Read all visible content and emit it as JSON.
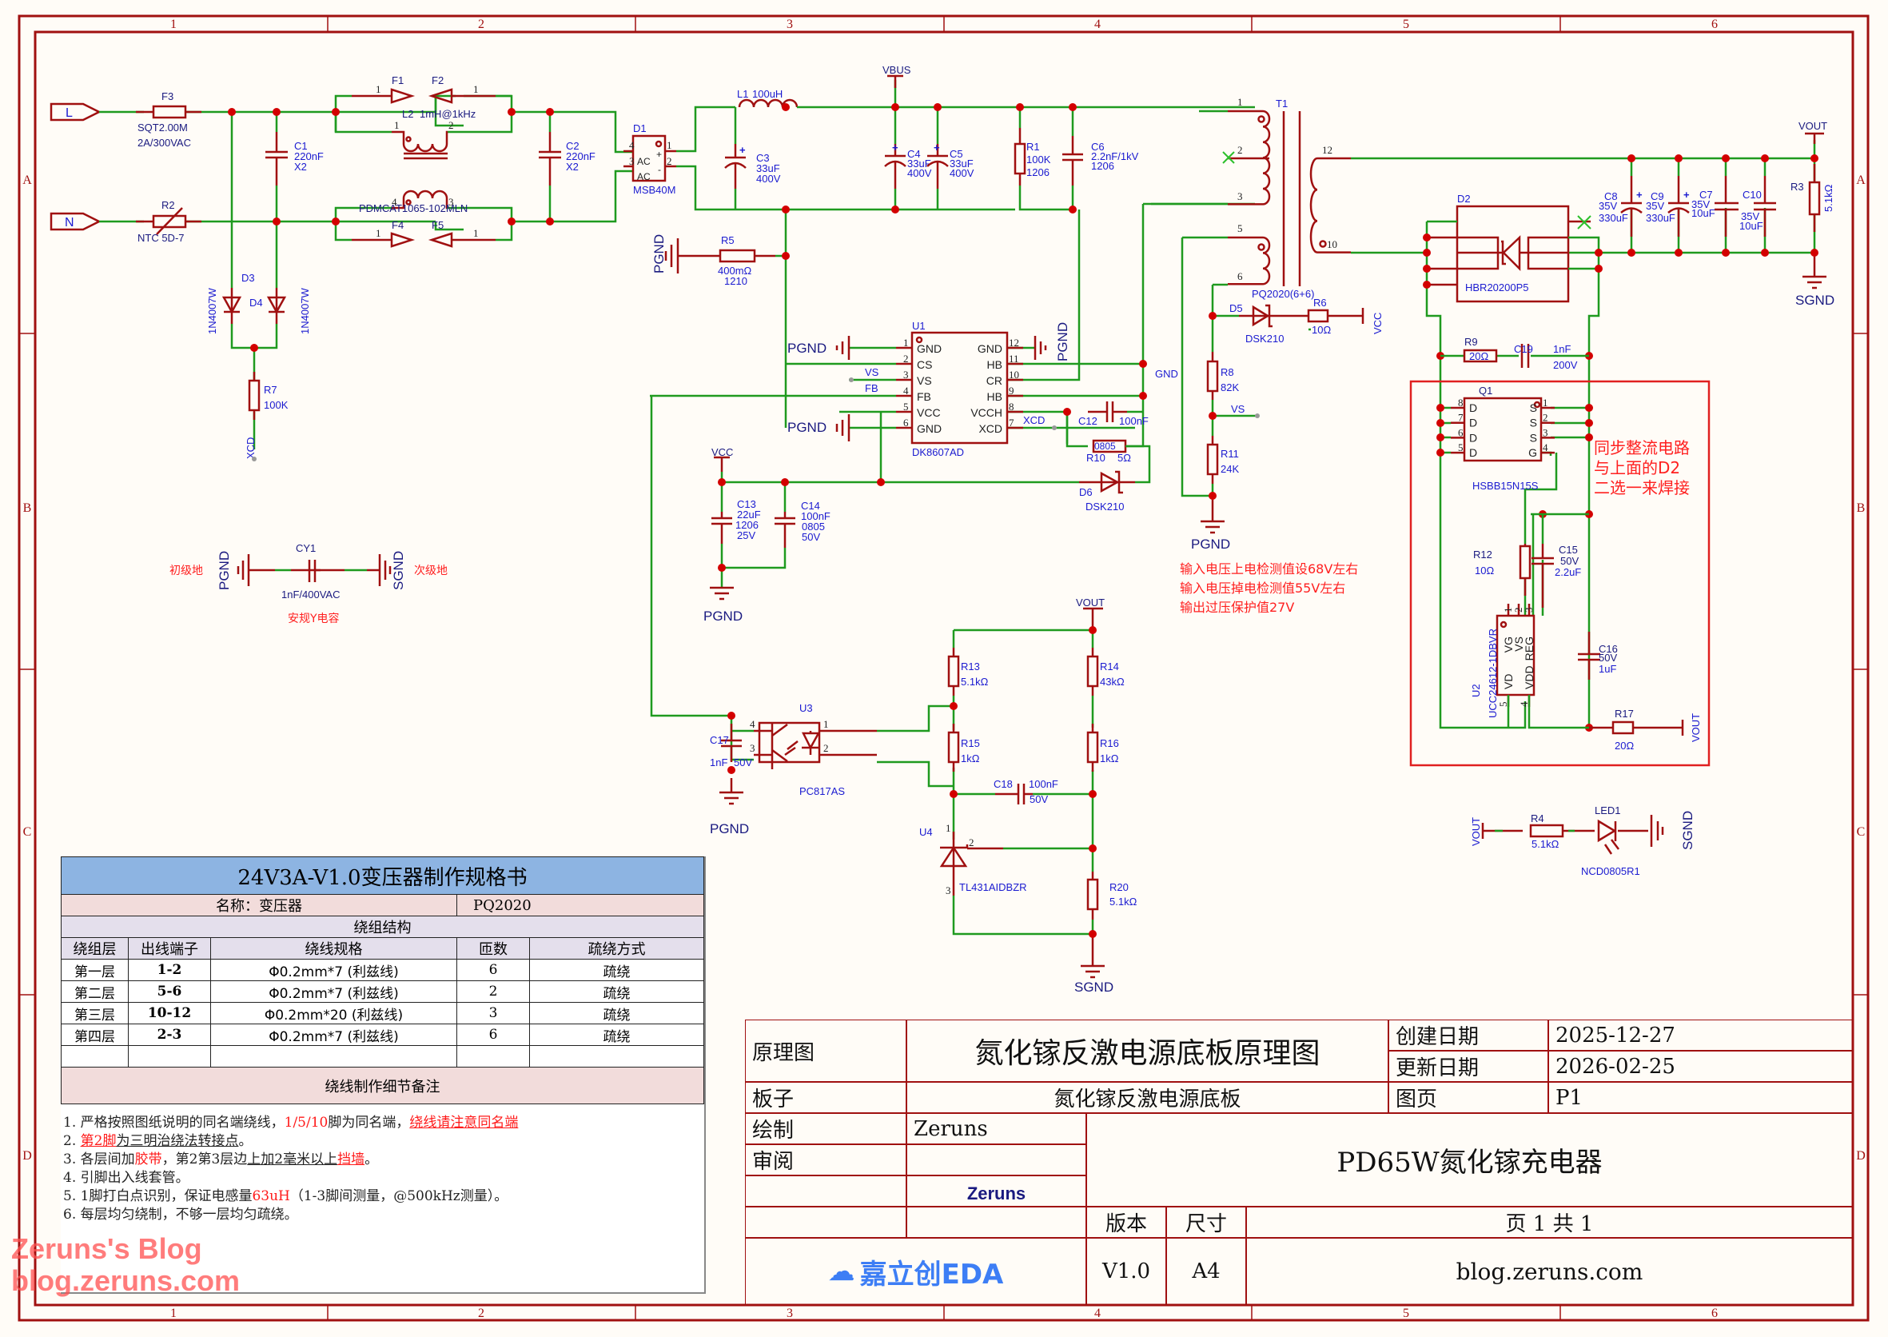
{
  "ruler": {
    "columns": [
      "1",
      "2",
      "3",
      "4",
      "5",
      "6"
    ],
    "rows": [
      "A",
      "B",
      "C",
      "D"
    ]
  },
  "connectors": {
    "live": "L",
    "neutral": "N"
  },
  "components": {
    "F3": {
      "ref": "F3",
      "value": "SQT2.00M",
      "rating": "2A/300VAC"
    },
    "R2": {
      "ref": "R2",
      "value": "NTC 5D-7"
    },
    "C1": {
      "ref": "C1",
      "value": "220nF",
      "type": "X2"
    },
    "C2": {
      "ref": "C2",
      "value": "220nF",
      "type": "X2"
    },
    "F1": {
      "ref": "F1",
      "pin": "1"
    },
    "F2": {
      "ref": "F2",
      "pin": "1"
    },
    "F4": {
      "ref": "F4",
      "pin": "1"
    },
    "F5": {
      "ref": "F5",
      "pin": "1"
    },
    "L2": {
      "ref": "L2",
      "value": "1mH@1kHz",
      "part": "PDMCAT1065-102MLN",
      "pins": [
        "1",
        "2",
        "4",
        "3"
      ]
    },
    "D3": {
      "ref": "D3",
      "value": "1N4007W"
    },
    "D4": {
      "ref": "D4",
      "value": "1N4007W"
    },
    "R7": {
      "ref": "R7",
      "value": "100K"
    },
    "D1": {
      "ref": "D1",
      "part": "MSB40M",
      "pin_names": [
        "AC",
        "AC",
        "+",
        "-"
      ],
      "pins": [
        "4",
        "3",
        "1",
        "2"
      ]
    },
    "L1": {
      "ref": "L1",
      "value": "100uH"
    },
    "C3": {
      "ref": "C3",
      "value": "33uF",
      "voltage": "400V"
    },
    "C4": {
      "ref": "C4",
      "value": "33uF",
      "voltage": "400V"
    },
    "C5": {
      "ref": "C5",
      "value": "33uF",
      "voltage": "400V"
    },
    "R1": {
      "ref": "R1",
      "value": "100K",
      "package": "1206"
    },
    "C6": {
      "ref": "C6",
      "value": "2.2nF/1kV",
      "package": "1206"
    },
    "R5": {
      "ref": "R5",
      "value": "400mΩ",
      "package": "1210"
    },
    "U1": {
      "ref": "U1",
      "part": "DK8607AD",
      "left_pins": [
        {
          "num": "1",
          "name": "GND"
        },
        {
          "num": "2",
          "name": "CS"
        },
        {
          "num": "3",
          "name": "VS"
        },
        {
          "num": "4",
          "name": "FB"
        },
        {
          "num": "5",
          "name": "VCC"
        },
        {
          "num": "6",
          "name": "GND"
        }
      ],
      "right_pins": [
        {
          "num": "12",
          "name": "GND"
        },
        {
          "num": "11",
          "name": "HB"
        },
        {
          "num": "10",
          "name": "CR"
        },
        {
          "num": "9",
          "name": "HB"
        },
        {
          "num": "8",
          "name": "VCCH"
        },
        {
          "num": "7",
          "name": "XCD"
        }
      ]
    },
    "C12": {
      "ref": "C12",
      "value": "100nF"
    },
    "R10": {
      "ref": "R10",
      "value": "5Ω",
      "package": "0805"
    },
    "D6": {
      "ref": "D6",
      "value": "DSK210"
    },
    "C13": {
      "ref": "C13",
      "value": "22uF",
      "package": "1206",
      "voltage": "25V"
    },
    "C14": {
      "ref": "C14",
      "value": "100nF",
      "package": "0805",
      "voltage": "50V"
    },
    "T1": {
      "ref": "T1",
      "part": "PQ2020(6+6)",
      "pins": [
        "1",
        "2",
        "3",
        "5",
        "6",
        "12",
        "10"
      ]
    },
    "D5": {
      "ref": "D5",
      "value": "DSK210"
    },
    "R6": {
      "ref": "R6",
      "value": "10Ω"
    },
    "R8": {
      "ref": "R8",
      "value": "82K"
    },
    "R11": {
      "ref": "R11",
      "value": "24K"
    },
    "D2": {
      "ref": "D2",
      "part": "HBR20200P5"
    },
    "C8": {
      "ref": "C8",
      "voltage": "35V",
      "value": "330uF"
    },
    "C9": {
      "ref": "C9",
      "voltage": "35V",
      "value": "330uF"
    },
    "C7": {
      "ref": "C7",
      "voltage": "35V",
      "value": "10uF"
    },
    "C10": {
      "ref": "C10",
      "voltage": "35V",
      "value": "10uF"
    },
    "R3": {
      "ref": "R3",
      "value": "5.1kΩ"
    },
    "R9": {
      "ref": "R9",
      "value": "20Ω"
    },
    "C19": {
      "ref": "C19",
      "value": "1nF",
      "voltage": "200V"
    },
    "Q1": {
      "ref": "Q1",
      "part": "HSBB15N15S",
      "left_pins": [
        {
          "num": "8",
          "name": "D"
        },
        {
          "num": "7",
          "name": "D"
        },
        {
          "num": "6",
          "name": "D"
        },
        {
          "num": "5",
          "name": "D"
        }
      ],
      "right_pins": [
        {
          "num": "1",
          "name": "S"
        },
        {
          "num": "2",
          "name": "S"
        },
        {
          "num": "3",
          "name": "S"
        },
        {
          "num": "4",
          "name": "G"
        }
      ]
    },
    "U2": {
      "ref": "U2",
      "part": "UCC24612-1DBVR",
      "top_pins": [
        {
          "num": "1",
          "name": "VG"
        },
        {
          "num": "2",
          "name": "VS"
        },
        {
          "num": "3",
          "name": "REG"
        }
      ],
      "bottom_pins": [
        {
          "num": "5",
          "name": "VD"
        },
        {
          "num": "4",
          "name": "VDD"
        }
      ]
    },
    "R12": {
      "ref": "R12",
      "value": "10Ω"
    },
    "C15": {
      "ref": "C15",
      "voltage": "50V",
      "value": "2.2uF"
    },
    "C16": {
      "ref": "C16",
      "voltage": "50V",
      "value": "1uF"
    },
    "R17": {
      "ref": "R17",
      "value": "20Ω"
    },
    "R4": {
      "ref": "R4",
      "value": "5.1kΩ"
    },
    "LED1": {
      "ref": "LED1",
      "part": "NCD0805R1"
    },
    "CY1": {
      "ref": "CY1",
      "value": "1nF/400VAC"
    },
    "U3": {
      "ref": "U3",
      "part": "PC817AS",
      "pins": [
        "4",
        "3",
        "1",
        "2"
      ]
    },
    "C17": {
      "ref": "C17",
      "value": "1nF",
      "voltage": "50V"
    },
    "R13": {
      "ref": "R13",
      "value": "5.1kΩ"
    },
    "R14": {
      "ref": "R14",
      "value": "43kΩ"
    },
    "R15": {
      "ref": "R15",
      "value": "1kΩ"
    },
    "R16": {
      "ref": "R16",
      "value": "1kΩ"
    },
    "C18": {
      "ref": "C18",
      "value": "100nF",
      "voltage": "50V"
    },
    "U4": {
      "ref": "U4",
      "part": "TL431AIDBZR",
      "pins": [
        "1",
        "2",
        "3"
      ]
    },
    "R20": {
      "ref": "R20",
      "value": "5.1kΩ"
    }
  },
  "nets": {
    "vbus": "VBUS",
    "vout": "VOUT",
    "vcc": "VCC",
    "pgnd": "PGND",
    "sgnd": "SGND",
    "gnd": "GND",
    "vs": "VS",
    "fb": "FB",
    "xcd": "XCD"
  },
  "notes": {
    "primary_ground": "初级地",
    "secondary_ground": "次级地",
    "y_cap": "安规Y电容",
    "sync_rect": [
      "同步整流电路",
      "与上面的D2",
      "二选一来焊接"
    ],
    "voltage_settings": [
      "输入电压上电检测值设68V左右",
      "输入电压掉电检测值55V左右",
      "输出过压保护值27V"
    ]
  },
  "spec_table": {
    "title": "24V3A-V1.0变压器制作规格书",
    "name_label": "名称：变压器",
    "name_value": "PQ2020",
    "structure_label": "绕组结构",
    "headers": [
      "绕组层",
      "出线端子",
      "绕线规格",
      "匝数",
      "疏绕方式"
    ],
    "rows": [
      {
        "layer": "第一层",
        "pins": "1-2",
        "wire": "Φ0.2mm*7 (利兹线)",
        "turns": "6",
        "method": "疏绕"
      },
      {
        "layer": "第二层",
        "pins": "5-6",
        "wire": "Φ0.2mm*7 (利兹线)",
        "turns": "2",
        "method": "疏绕"
      },
      {
        "layer": "第三层",
        "pins": "10-12",
        "wire": "Φ0.2mm*20 (利兹线)",
        "turns": "3",
        "method": "疏绕"
      },
      {
        "layer": "第四层",
        "pins": "2-3",
        "wire": "Φ0.2mm*7 (利兹线)",
        "turns": "6",
        "method": "疏绕"
      }
    ],
    "notes_label": "绕线制作细节备注",
    "notes": {
      "n1_a": "1. 严格按照图纸说明的同名端绕线，",
      "n1_b": "1/5/10",
      "n1_c": "脚为同名端，",
      "n1_d": "绕线请注意同名端",
      "n2_a": "2. ",
      "n2_b": "第2脚",
      "n2_c": "为三明治绕法转接点",
      "n2_d": "。",
      "n3_a": "3. 各层间加",
      "n3_b": "胶带",
      "n3_c": "，第2第3层边",
      "n3_d": "上加2毫米以上",
      "n3_e": "挡墙",
      "n3_f": "。",
      "n4": "4. 引脚出入线套管。",
      "n5_a": "5. 1脚打白点识别，保证电感量",
      "n5_b": "63uH",
      "n5_c": "（1-3脚间测量，@500kHz测量）。",
      "n6": "6. 每层均匀绕制，不够一层均匀疏绕。"
    }
  },
  "title_block": {
    "schematic_label": "原理图",
    "schematic_title": "氮化镓反激电源底板原理图",
    "created_label": "创建日期",
    "created_value": "2025-12-27",
    "updated_label": "更新日期",
    "updated_value": "2026-02-25",
    "board_label": "板子",
    "board_value": "氮化镓反激电源底板",
    "page_label": "图页",
    "page_value": "P1",
    "drawn_label": "绘制",
    "drawn_value": "Zeruns",
    "review_label": "审阅",
    "review_value": "",
    "company": "Zeruns",
    "project": "PD65W氮化镓充电器",
    "version_label": "版本",
    "size_label": "尺寸",
    "page_count": "页 1 共 1",
    "version_value": "V1.0",
    "size_value": "A4",
    "website": "blog.zeruns.com",
    "eda_logo": "嘉立创EDA"
  },
  "watermark": [
    "Zeruns's Blog",
    "blog.zeruns.com"
  ],
  "colors": {
    "frame": "#a01010",
    "wire": "#1f9a1f",
    "junction": "#d30000",
    "label": "#1a1ad0",
    "note": "#ff2020",
    "table_title_bg": "#8db4e2"
  }
}
